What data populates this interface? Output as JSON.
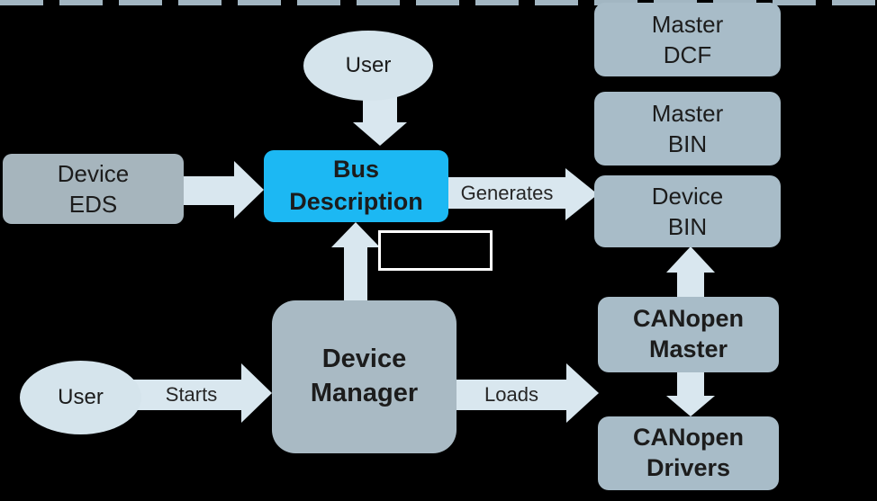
{
  "colors": {
    "background": "#000000",
    "node-gray": "#a8bcc8",
    "node-eds": "#a6b5bd",
    "node-manager": "#a9bac4",
    "ellipse": "#d5e4ec",
    "arrow": "#d9e7ef",
    "dash": "#a2b6c2",
    "highlight": "#1cb8f3",
    "text": "#1c1c1c"
  },
  "nodes": {
    "device_eds": {
      "label": "Device\nEDS"
    },
    "user_top": {
      "label": "User"
    },
    "bus_description": {
      "label": "Bus\nDescription"
    },
    "master_dcf": {
      "label": "Master\nDCF"
    },
    "master_bin": {
      "label": "Master\nBIN"
    },
    "device_bin": {
      "label": "Device\nBIN"
    },
    "user_bottom": {
      "label": "User"
    },
    "device_manager": {
      "label": "Device\nManager"
    },
    "canopen_master": {
      "label": "CANopen\nMaster"
    },
    "canopen_drivers": {
      "label": "CANopen\nDrivers"
    }
  },
  "edges": {
    "generates": "Generates",
    "starts": "Starts",
    "loads": "Loads"
  }
}
